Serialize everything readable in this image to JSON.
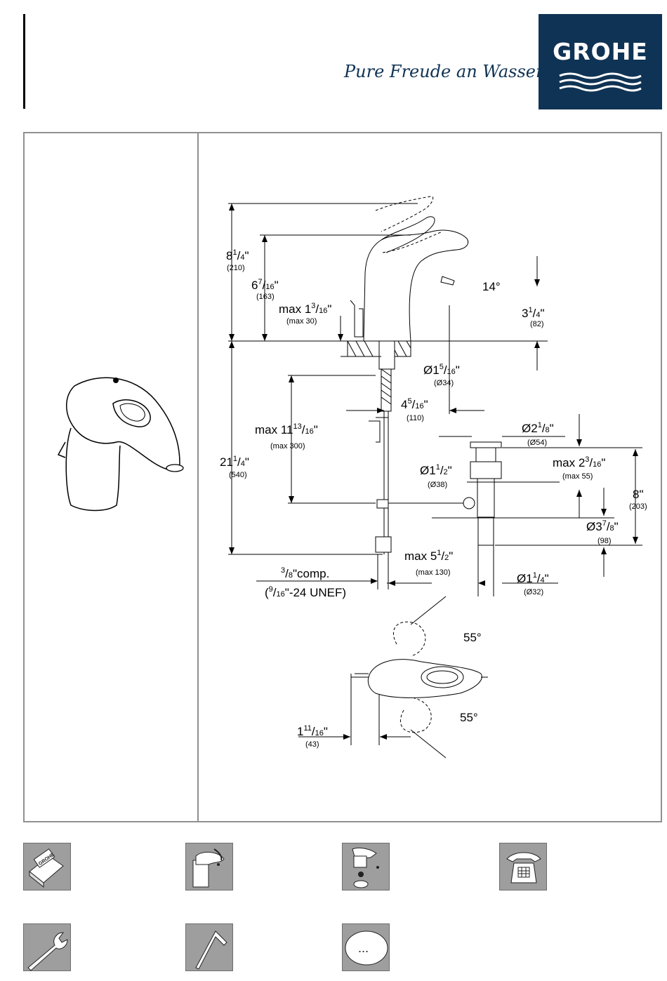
{
  "brand": {
    "name": "GROHE",
    "slogan": "Pure Freude an Wasser"
  },
  "drawing": {
    "d_8_1_4": {
      "whole": "8",
      "num": "1",
      "den": "4",
      "mm": "(210)"
    },
    "d_6_7_16": {
      "whole": "6",
      "num": "7",
      "den": "16",
      "mm": "(163)"
    },
    "d_max_1_3_16": {
      "whole": "max 1",
      "num": "3",
      "den": "16",
      "mm": "(max 30)"
    },
    "angle_14": "14°",
    "d_3_1_4": {
      "whole": "3",
      "num": "1",
      "den": "4",
      "mm": "(82)"
    },
    "d_dia_1_5_16": {
      "whole": "Ø1",
      "num": "5",
      "den": "16",
      "mm": "(Ø34)"
    },
    "d_4_5_16": {
      "whole": "4",
      "num": "5",
      "den": "16",
      "mm": "(110)"
    },
    "d_max_11_13_16": {
      "whole": "max 11",
      "num": "13",
      "den": "16",
      "mm": "(max 300)"
    },
    "d_21_1_4": {
      "whole": "21",
      "num": "1",
      "den": "4",
      "mm": "(540)"
    },
    "d_dia_2_1_8": {
      "whole": "Ø2",
      "num": "1",
      "den": "8",
      "mm": "(Ø54)"
    },
    "d_max_2_3_16": {
      "whole": "max 2",
      "num": "3",
      "den": "16",
      "mm": "(max 55)"
    },
    "d_dia_1_1_2": {
      "whole": "Ø1",
      "num": "1",
      "den": "2",
      "mm": "(Ø38)"
    },
    "d_8": {
      "whole": "8",
      "mm": "(203)"
    },
    "d_dia_3_7_8": {
      "whole": "Ø3",
      "num": "7",
      "den": "8",
      "mm": "(98)"
    },
    "d_max_5_1_2": {
      "whole": "max 5",
      "num": "1",
      "den": "2",
      "mm": "(max 130)"
    },
    "d_dia_1_1_4": {
      "whole": "Ø1",
      "num": "1",
      "den": "4",
      "mm": "(Ø32)"
    },
    "comp_num": "3",
    "comp_den": "8",
    "comp_label": "\"comp.",
    "unef_open": "(",
    "unef_num": "9",
    "unef_den": "16",
    "unef_label": "\"-24 UNEF)",
    "angle_55_top": "55°",
    "angle_55_bottom": "55°",
    "d_1_11_16": {
      "whole": "1",
      "num": "11",
      "den": "16",
      "mm": "(43)"
    },
    "inch_mark": "\""
  },
  "icons": [
    {
      "name": "package-contents-icon"
    },
    {
      "name": "installation-icon"
    },
    {
      "name": "spare-parts-icon"
    },
    {
      "name": "service-phone-icon"
    },
    {
      "name": "wrench-icon"
    },
    {
      "name": "hex-key-icon"
    },
    {
      "name": "more-icon",
      "label": "..."
    }
  ]
}
